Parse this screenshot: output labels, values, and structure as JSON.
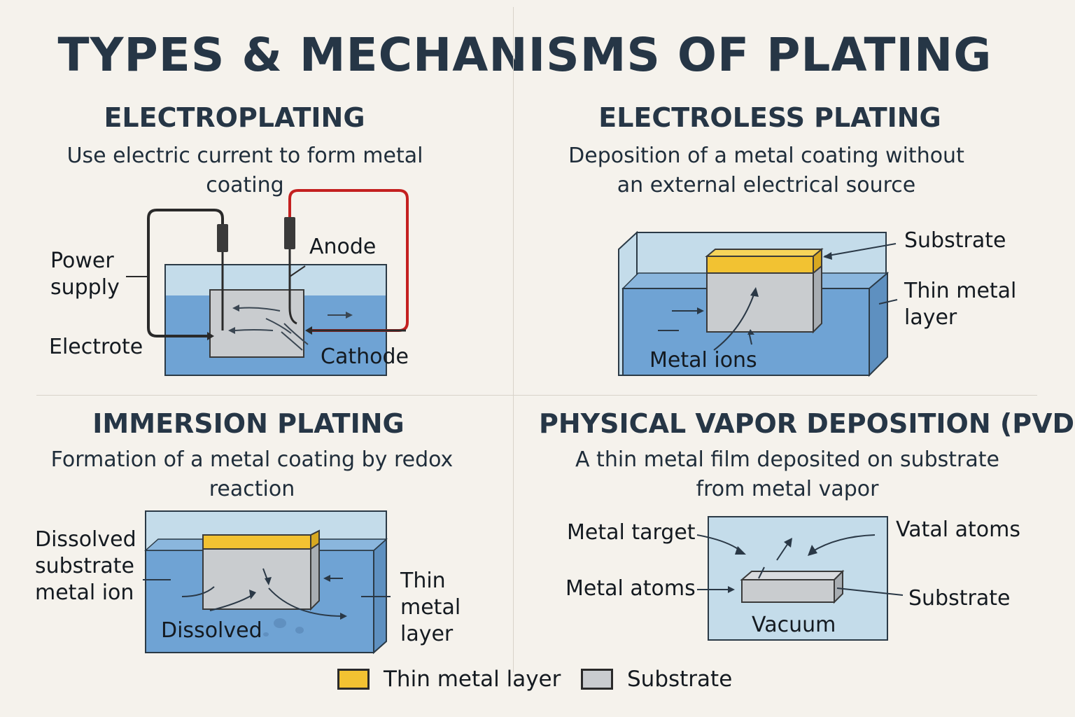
{
  "title": "TYPES & MECHANISMS OF PLATING",
  "electroplating": {
    "title": "ELECTROPLATING",
    "description_line1": "Use electric current to form metal",
    "description_line2": "coating",
    "labels": {
      "power_supply_1": "Power",
      "power_supply_2": "supply",
      "anode": "Anode",
      "electrode": "Electrote",
      "cathode": "Cathode"
    }
  },
  "electroless": {
    "title": "ELECTROLESS PLATING",
    "description_line1": "Deposition of a metal coating without",
    "description_line2": "an external electrical source",
    "labels": {
      "substrate": "Substrate",
      "thin_metal_1": "Thin metal",
      "thin_metal_2": "layer",
      "metal_ions": "Metal ions"
    }
  },
  "immersion": {
    "title": "IMMERSION PLATING",
    "description_line1": "Formation of a metal coating by redox",
    "description_line2": "reaction",
    "labels": {
      "dissolved_1": "Dissolved",
      "dissolved_2": "substrate",
      "dissolved_3": "metal ion",
      "thin_1": "Thin",
      "thin_2": "metal",
      "thin_3": "layer",
      "dissolved_bottom": "Dissolved"
    }
  },
  "pvd": {
    "title": "PHYSICAL VAPOR DEPOSITION (PVD)",
    "description_line1": "A thin metal film deposited on substrate",
    "description_line2": "from metal vapor",
    "labels": {
      "metal_target": "Metal target",
      "vatal_atoms": "Vatal atoms",
      "metal_atoms": "Metal atoms",
      "substrate": "Substrate",
      "vacuum": "Vacuum"
    }
  },
  "legend": {
    "thin_metal_layer": "Thin metal layer",
    "substrate": "Substrate"
  },
  "colors": {
    "thin_metal": "#f2c232",
    "substrate": "#c9cccf",
    "solution": "#6fa3d4",
    "tank_top": "#c4dcea",
    "positive_lead": "#c42020",
    "negative_lead": "#2a2a2a"
  }
}
